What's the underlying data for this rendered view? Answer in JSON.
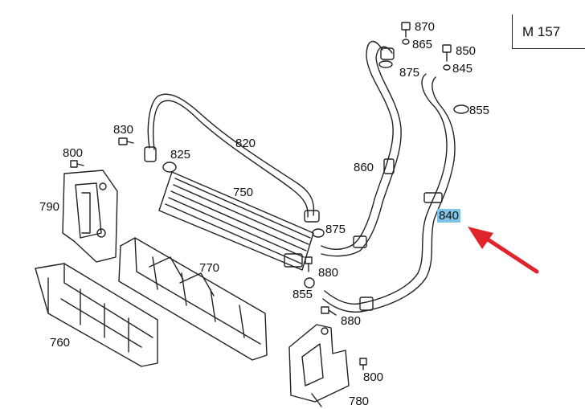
{
  "engine_code": "M 157",
  "highlighted_part": "840",
  "highlight_color": "#7fc4e6",
  "arrow_color": "#e0242b",
  "labels": {
    "p870": "870",
    "p865": "865",
    "p850": "850",
    "p845": "845",
    "p875_top": "875",
    "p855_top": "855",
    "p830": "830",
    "p820": "820",
    "p825": "825",
    "p800_left": "800",
    "p790": "790",
    "p750": "750",
    "p860": "860",
    "p840": "840",
    "p875_mid": "875",
    "p770": "770",
    "p880_upper": "880",
    "p855_low": "855",
    "p880_lower": "880",
    "p760": "760",
    "p800_right": "800",
    "p780": "780"
  }
}
